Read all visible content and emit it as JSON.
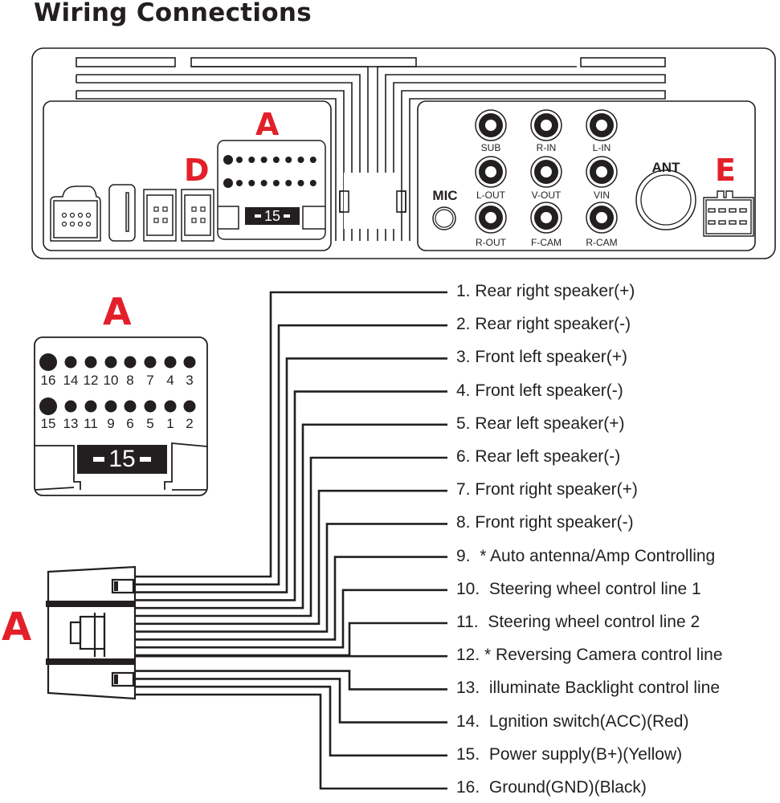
{
  "title": "Wiring Connections",
  "head_unit": {
    "section_letters": {
      "a": "A",
      "d": "D",
      "e": "E"
    },
    "connector_a_badge": "15",
    "mic_label": "MIC",
    "antenna_label": "ANT",
    "rca_jacks": [
      {
        "label": "SUB"
      },
      {
        "label": "R-IN"
      },
      {
        "label": "L-IN"
      },
      {
        "label": "L-OUT"
      },
      {
        "label": "V-OUT"
      },
      {
        "label": "VIN"
      },
      {
        "label": "R-OUT"
      },
      {
        "label": "F-CAM"
      },
      {
        "label": "R-CAM"
      }
    ]
  },
  "connector_a_detail": {
    "letter": "A",
    "badge": "15",
    "top_row_pins": [
      "16",
      "14",
      "12",
      "10",
      "8",
      "7",
      "4",
      "3"
    ],
    "bottom_row_pins": [
      "15",
      "13",
      "11",
      "9",
      "6",
      "5",
      "1",
      "2"
    ]
  },
  "harness": {
    "letter": "A",
    "pins": [
      {
        "num": "1.",
        "label": "Rear right speaker(+)"
      },
      {
        "num": "2.",
        "label": "Rear right speaker(-)"
      },
      {
        "num": "3.",
        "label": "Front left speaker(+)"
      },
      {
        "num": "4.",
        "label": "Front left speaker(-)"
      },
      {
        "num": "5.",
        "label": "Rear left speaker(+)"
      },
      {
        "num": "6.",
        "label": "Rear left speaker(-)"
      },
      {
        "num": "7.",
        "label": "Front right speaker(+)"
      },
      {
        "num": "8.",
        "label": "Front right speaker(-)"
      },
      {
        "num": "9.",
        "label": " * Auto antenna/Amp Controlling"
      },
      {
        "num": "10.",
        "label": " Steering wheel control line 1"
      },
      {
        "num": "11.",
        "label": " Steering wheel control line 2"
      },
      {
        "num": "12.",
        "label": "* Reversing Camera control line"
      },
      {
        "num": "13.",
        "label": " illuminate Backlight control line"
      },
      {
        "num": "14.",
        "label": " Lgnition switch(ACC)(Red)"
      },
      {
        "num": "15.",
        "label": " Power supply(B+)(Yellow)"
      },
      {
        "num": "16.",
        "label": " Ground(GND)(Black)"
      }
    ]
  },
  "colors": {
    "accent_red": "#e3202a",
    "ink": "#231f20"
  }
}
